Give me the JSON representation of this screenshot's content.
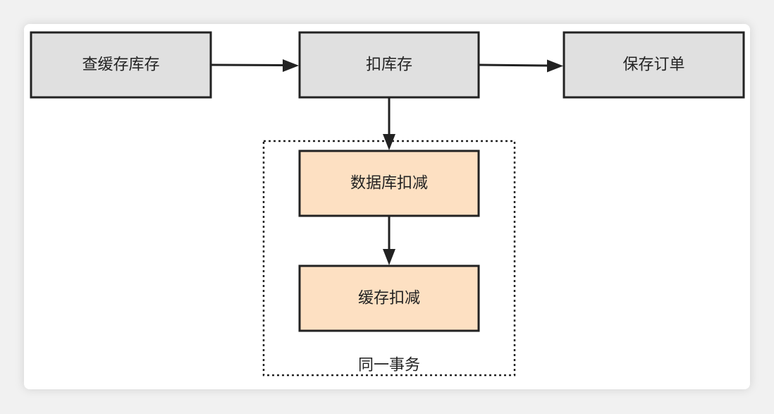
{
  "colors": {
    "gray_fill": "#e0e0e0",
    "orange_fill": "#fde0c2",
    "stroke": "#222222",
    "background": "#f1f1f1",
    "card": "#ffffff"
  },
  "nodes": {
    "check_cache": "查缓存库存",
    "deduct_stock": "扣库存",
    "save_order": "保存订单",
    "db_deduct": "数据库扣减",
    "cache_deduct": "缓存扣减"
  },
  "group": {
    "label": "同一事务"
  }
}
